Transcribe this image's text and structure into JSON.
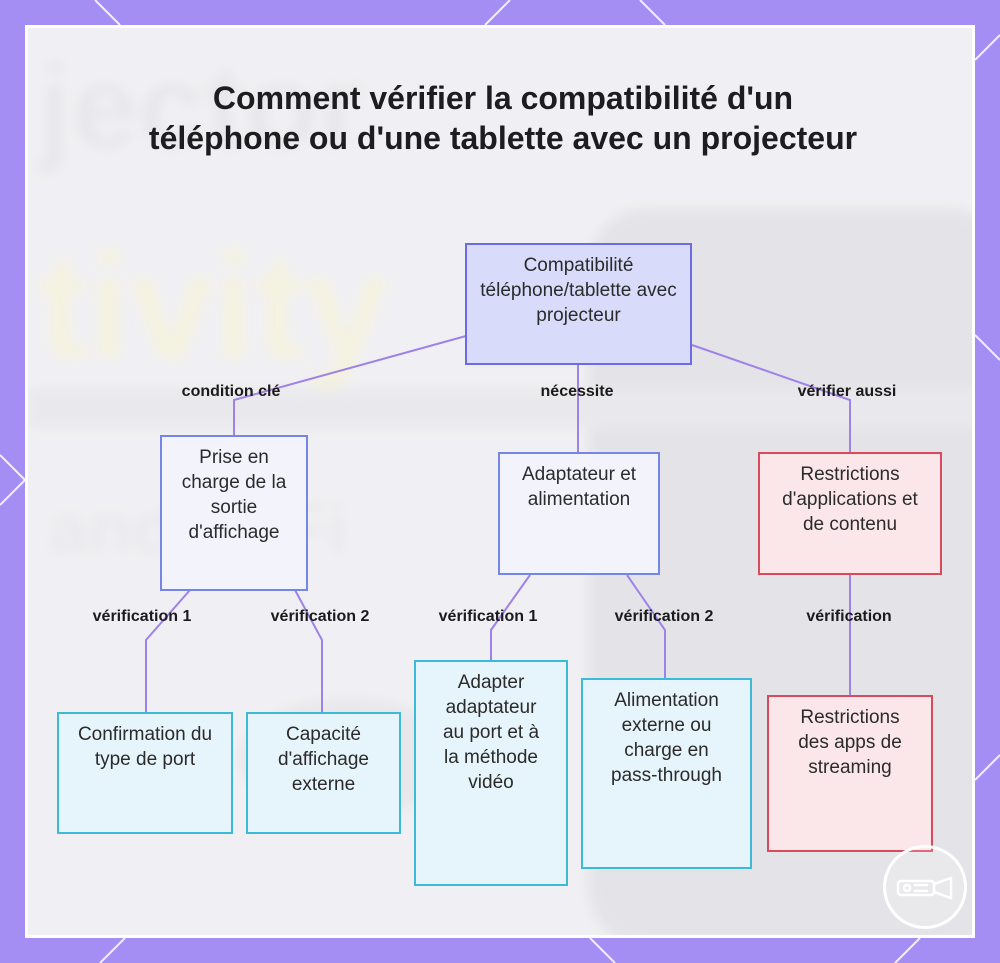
{
  "title": "Comment vérifier la compatibilité d'un téléphone ou d'une tablette avec un projecteur",
  "colors": {
    "frame": "#a48ef3",
    "connector": "#9f82e8",
    "root_fill": "#d9dbfb",
    "root_border": "#6c6be6",
    "mid_fill": "#f3f4fb",
    "mid_border": "#7587e6",
    "red_fill": "#fbe7ea",
    "red_border": "#d94a5c",
    "cyan_fill": "#e6f4fb",
    "cyan_border": "#3bbbd8"
  },
  "nodes": {
    "root": "Compatibilité téléphone/tablette avec projecteur",
    "display_output": "Prise en charge de la sortie d'affichage",
    "adapter_power": "Adaptateur et alimentation",
    "app_restrictions": "Restrictions d'applications et de contenu",
    "port_type": "Confirmation du type de port",
    "external_display": "Capacité d'affichage externe",
    "adapter_match": "Adapter adaptateur au port et à la méthode vidéo",
    "external_power": "Alimentation externe ou charge en pass-through",
    "streaming_restrictions": "Restrictions des apps de streaming"
  },
  "edge_labels": {
    "root_to_display": "condition clé",
    "root_to_adapter": "nécessite",
    "root_to_restrictions": "vérifier aussi",
    "display_to_port": "vérification 1",
    "display_to_external": "vérification 2",
    "adapter_to_match": "vérification 1",
    "adapter_to_power": "vérification 2",
    "restrictions_to_streaming": "vérification"
  },
  "logo_icon": "projector-icon"
}
